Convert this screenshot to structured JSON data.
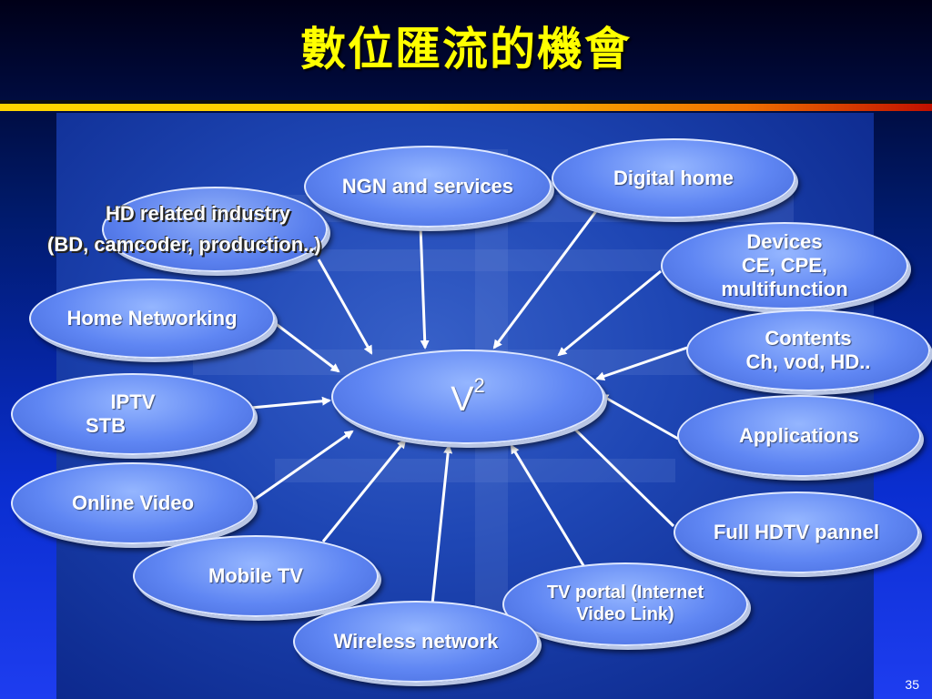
{
  "title": "數位匯流的機會",
  "page_number": "35",
  "center": {
    "base": "V",
    "sup": "2"
  },
  "nodes": {
    "ngn": [
      "NGN and services"
    ],
    "digital_home": [
      "Digital home"
    ],
    "hd_related": [
      "HD related industry",
      "(BD, camcoder, production..)"
    ],
    "devices": [
      "Devices",
      "CE, CPE,",
      "multifunction"
    ],
    "home_networking": [
      "Home Networking"
    ],
    "contents": [
      "Contents",
      "Ch, vod, HD.."
    ],
    "iptv": [
      "IPTV",
      "STB"
    ],
    "applications": [
      "Applications"
    ],
    "online_video": [
      "Online Video"
    ],
    "full_hdtv": [
      "Full HDTV pannel"
    ],
    "mobile_tv": [
      "Mobile TV"
    ],
    "tv_portal": [
      "TV portal (Internet",
      "Video Link)"
    ],
    "wireless": [
      "Wireless network"
    ]
  },
  "colors": {
    "title": "#ffff00",
    "node_fill": "#5f86f3",
    "arrow": "#ffffff"
  }
}
